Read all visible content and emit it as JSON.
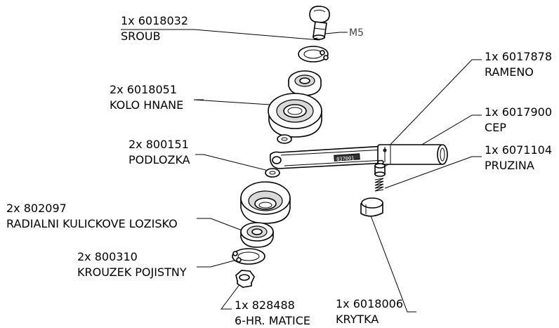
{
  "callouts": [
    {
      "id": "sroub",
      "code": "1x 6018032",
      "name": "SROUB"
    },
    {
      "id": "kolo",
      "code": "2x 6018051",
      "name": "KOLO HNANE"
    },
    {
      "id": "podlozka",
      "code": "2x 800151",
      "name": "PODLOZKA"
    },
    {
      "id": "lozisko",
      "code": "2x 802097",
      "name": "RADIALNI KULICKOVE LOZISKO"
    },
    {
      "id": "krouzek",
      "code": "2x 800310",
      "name": "KROUZEK POJISTNY"
    },
    {
      "id": "matice",
      "code": "1x 828488",
      "name": "6-HR. MATICE"
    },
    {
      "id": "rameno",
      "code": "1x 6017878",
      "name": "RAMENO"
    },
    {
      "id": "cep",
      "code": "1x 6017900",
      "name": "CEP"
    },
    {
      "id": "pruzina",
      "code": "1x 6071104",
      "name": "PRUZINA"
    },
    {
      "id": "krytka",
      "code": "1x 6018006",
      "name": "KRYTKA"
    }
  ],
  "thread_label": "M5",
  "arm_marking": "037001"
}
